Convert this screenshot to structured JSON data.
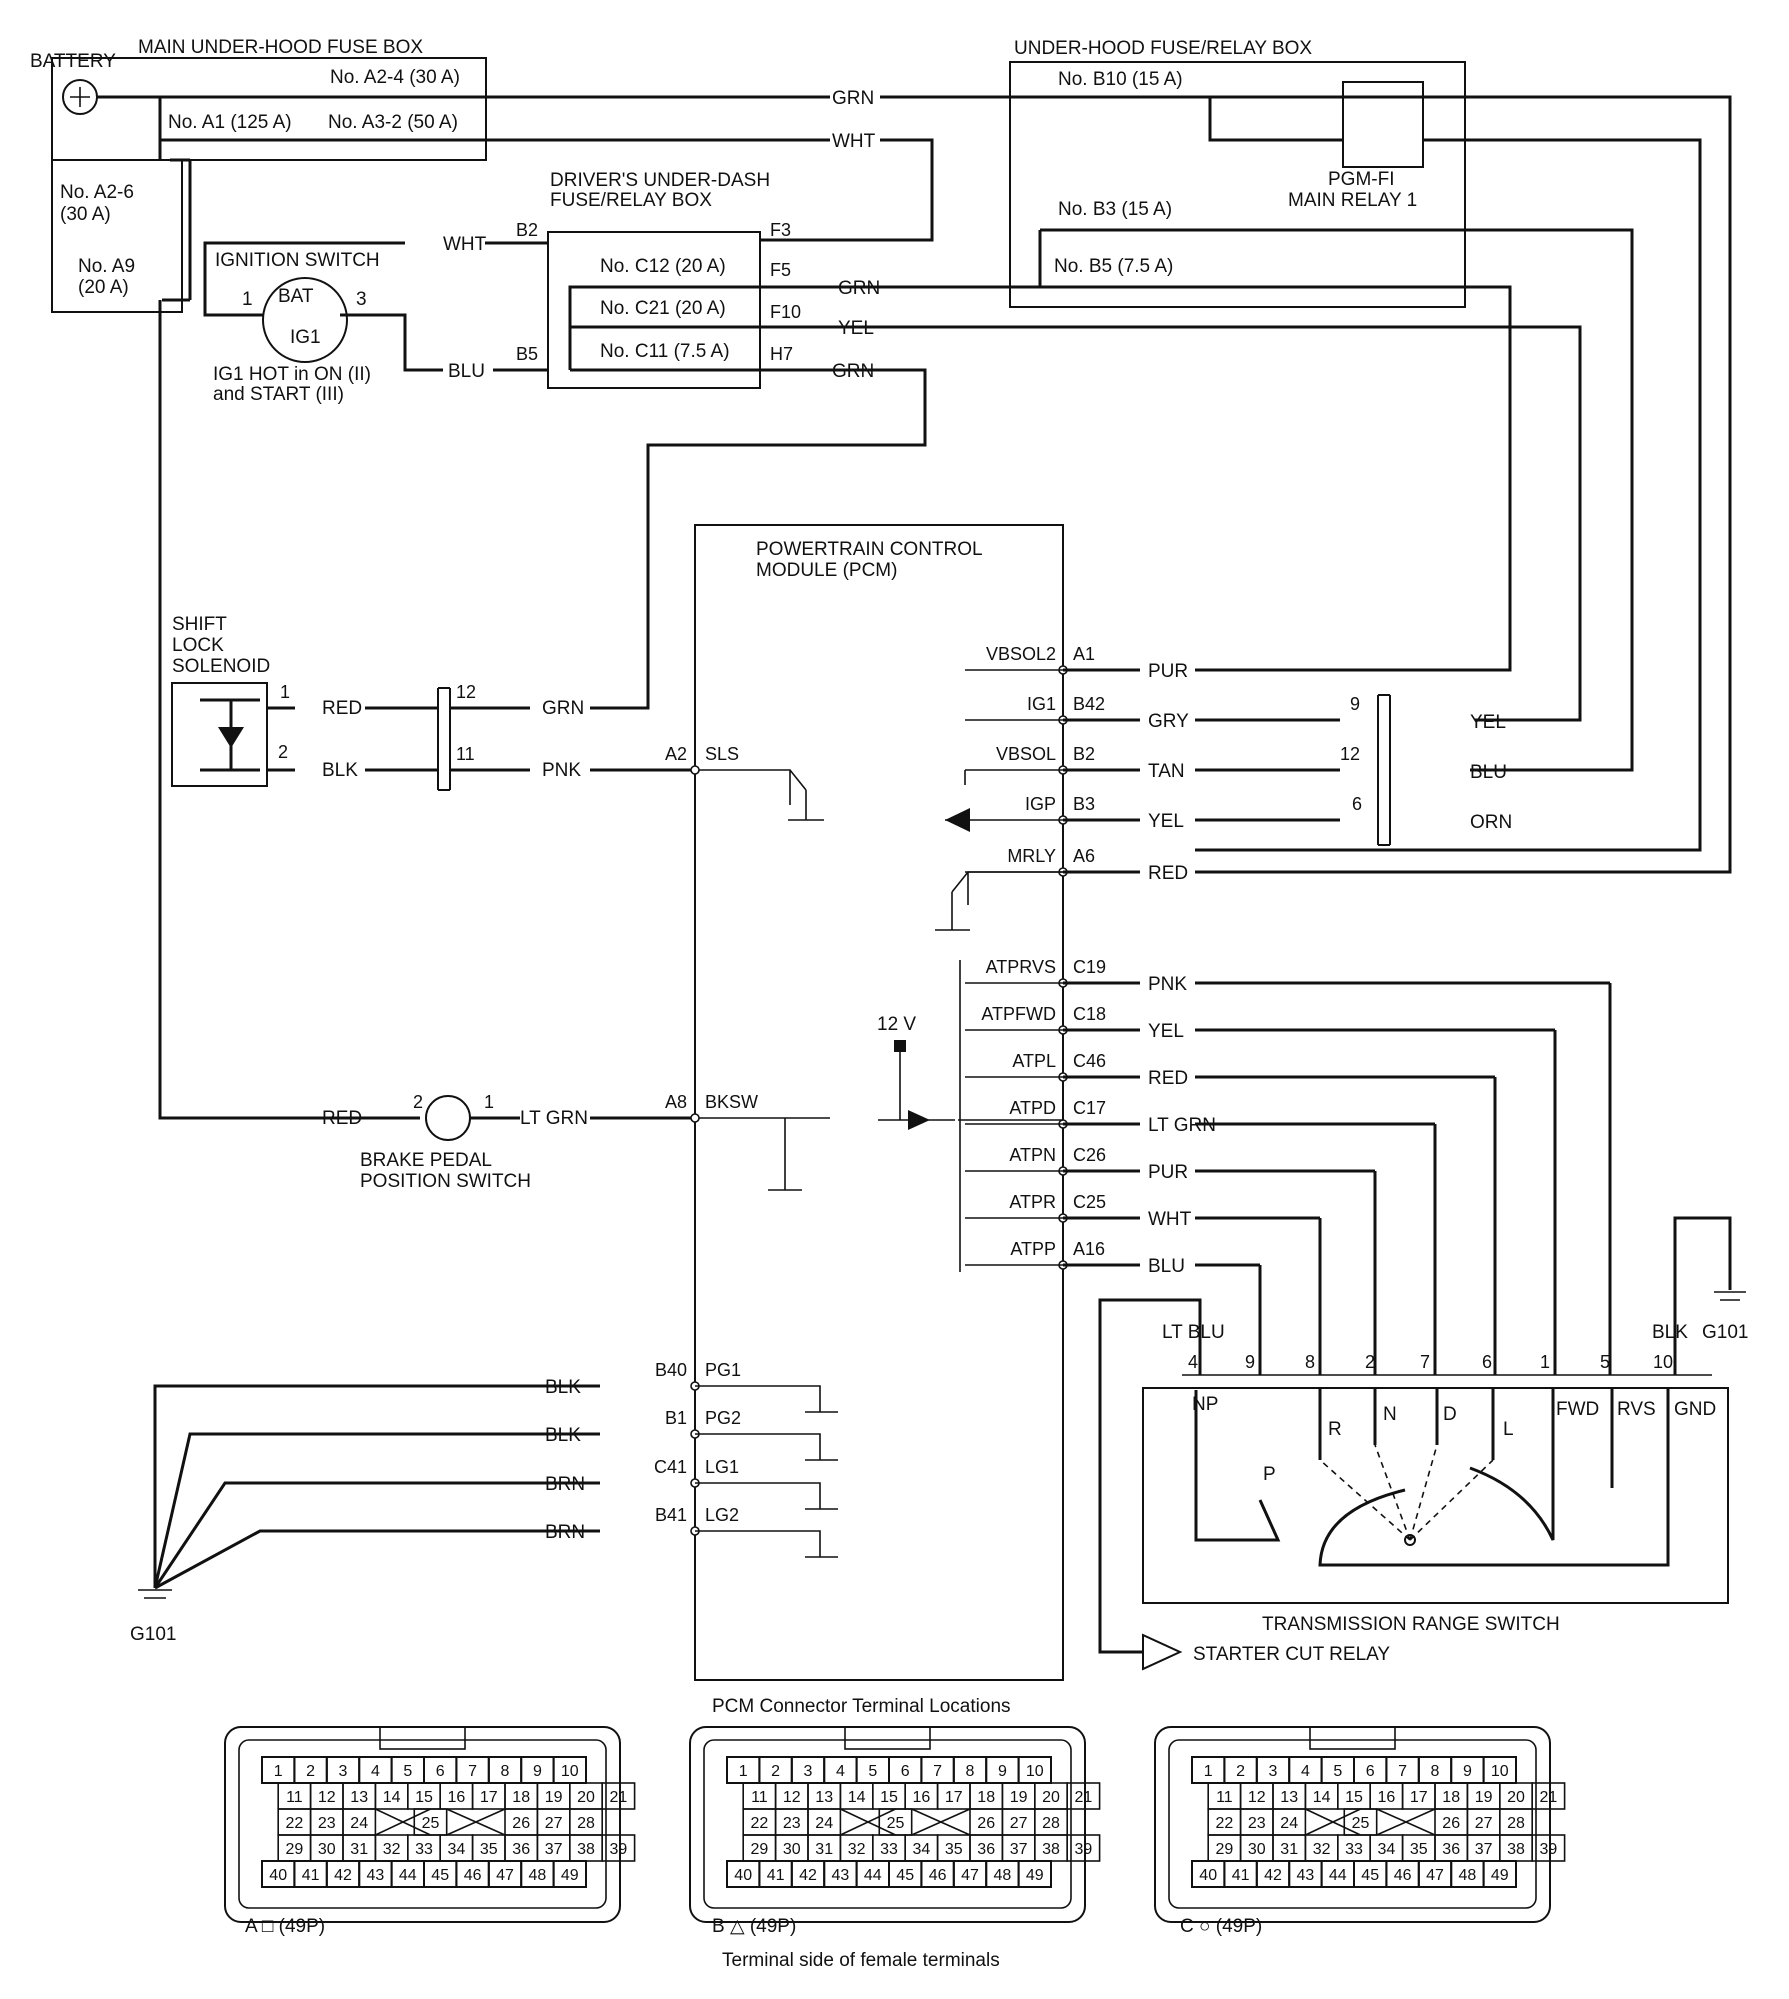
{
  "battery": {
    "label": "BATTERY"
  },
  "main_fuse_box": {
    "title": "MAIN UNDER-HOOD FUSE BOX",
    "fuses": [
      "No. A2-4 (30 A)",
      "No. A1 (125 A)",
      "No. A3-2 (50 A)",
      "No. A2-6",
      "(30 A)",
      "No. A9",
      "(20 A)"
    ]
  },
  "relay_box": {
    "title": "UNDER-HOOD FUSE/RELAY BOX",
    "fuses": [
      "No. B10 (15 A)",
      "No. B3 (15 A)",
      "No. B5 (7.5 A)"
    ],
    "relay": [
      "PGM-FI",
      "MAIN RELAY 1"
    ]
  },
  "dash_box": {
    "title": [
      "DRIVER'S UNDER-DASH",
      "FUSE/RELAY BOX"
    ],
    "fuses": [
      "No. C12 (20 A)",
      "No. C21 (20 A)",
      "No. C11 (7.5 A)"
    ],
    "pins": [
      "B2",
      "F3",
      "F5",
      "F10",
      "B5",
      "H7"
    ]
  },
  "ignition": {
    "title": "IGNITION SWITCH",
    "terms": [
      "1",
      "BAT",
      "3",
      "IG1"
    ],
    "note": [
      "IG1 HOT in ON (II)",
      "and START (III)"
    ]
  },
  "top_wires": [
    "GRN",
    "WHT",
    "WHT",
    "GRN",
    "YEL",
    "BLU",
    "GRN"
  ],
  "pcm": {
    "title": [
      "POWERTRAIN CONTROL",
      "MODULE (PCM)"
    ]
  },
  "shift_lock": {
    "title": [
      "SHIFT",
      "LOCK",
      "SOLENOID"
    ],
    "pins": [
      "1",
      "2"
    ],
    "wires": [
      "RED",
      "BLK"
    ],
    "conn": [
      "12",
      "11"
    ],
    "out": [
      "GRN",
      "PNK"
    ]
  },
  "pcm_left_pins": [
    {
      "pin": "A2",
      "sig": "SLS"
    },
    {
      "pin": "A8",
      "sig": "BKSW"
    },
    {
      "pin": "B40",
      "sig": "PG1",
      "wire": "BLK"
    },
    {
      "pin": "B1",
      "sig": "PG2",
      "wire": "BLK"
    },
    {
      "pin": "C41",
      "sig": "LG1",
      "wire": "BRN"
    },
    {
      "pin": "B41",
      "sig": "LG2",
      "wire": "BRN"
    }
  ],
  "pcm_right_pins": [
    {
      "sig": "VBSOL2",
      "pin": "A1",
      "wire": "PUR"
    },
    {
      "sig": "IG1",
      "pin": "B42",
      "wire": "GRY"
    },
    {
      "sig": "VBSOL",
      "pin": "B2",
      "wire": "TAN"
    },
    {
      "sig": "IGP",
      "pin": "B3",
      "wire": "YEL"
    },
    {
      "sig": "MRLY",
      "pin": "A6",
      "wire": "RED"
    },
    {
      "sig": "ATPRVS",
      "pin": "C19",
      "wire": "PNK"
    },
    {
      "sig": "ATPFWD",
      "pin": "C18",
      "wire": "YEL"
    },
    {
      "sig": "ATPL",
      "pin": "C46",
      "wire": "RED"
    },
    {
      "sig": "ATPD",
      "pin": "C17",
      "wire": "LT GRN"
    },
    {
      "sig": "ATPN",
      "pin": "C26",
      "wire": "PUR"
    },
    {
      "sig": "ATPR",
      "pin": "C25",
      "wire": "WHT"
    },
    {
      "sig": "ATPP",
      "pin": "A16",
      "wire": "BLU"
    }
  ],
  "right_conn": {
    "pins": [
      "9",
      "12",
      "6"
    ],
    "wires": [
      "YEL",
      "BLU",
      "ORN"
    ]
  },
  "volt": "12 V",
  "brake": {
    "wires": [
      "RED",
      "LT GRN"
    ],
    "pins": [
      "2",
      "1"
    ],
    "label": [
      "BRAKE PEDAL",
      "POSITION SWITCH"
    ]
  },
  "trs": {
    "title": "TRANSMISSION RANGE SWITCH",
    "pins": [
      "4",
      "9",
      "8",
      "2",
      "7",
      "6",
      "1",
      "5",
      "10"
    ],
    "inner": [
      "NP",
      "FWD",
      "RVS",
      "GND"
    ],
    "positions": [
      "R",
      "N",
      "D",
      "L",
      "P"
    ],
    "ltblu": "LT BLU",
    "blk": "BLK",
    "ground": "G101",
    "starter": "STARTER CUT RELAY"
  },
  "ground_left": "G101",
  "connectors": {
    "title": "PCM Connector Terminal Locations",
    "names": [
      "A □ (49P)",
      "B △ (49P)",
      "C ○ (49P)"
    ],
    "footer": "Terminal side of female terminals",
    "row1": [
      "1",
      "2",
      "3",
      "4",
      "5",
      "6",
      "7",
      "8",
      "9",
      "10"
    ],
    "row2": [
      "11",
      "12",
      "13",
      "14",
      "15",
      "16",
      "17",
      "18",
      "19",
      "20",
      "21"
    ],
    "row3": [
      "22",
      "23",
      "24",
      "25",
      "26",
      "27",
      "28"
    ],
    "row4": [
      "29",
      "30",
      "31",
      "32",
      "33",
      "34",
      "35",
      "36",
      "37",
      "38",
      "39"
    ],
    "row5": [
      "40",
      "41",
      "42",
      "43",
      "44",
      "45",
      "46",
      "47",
      "48",
      "49"
    ]
  }
}
